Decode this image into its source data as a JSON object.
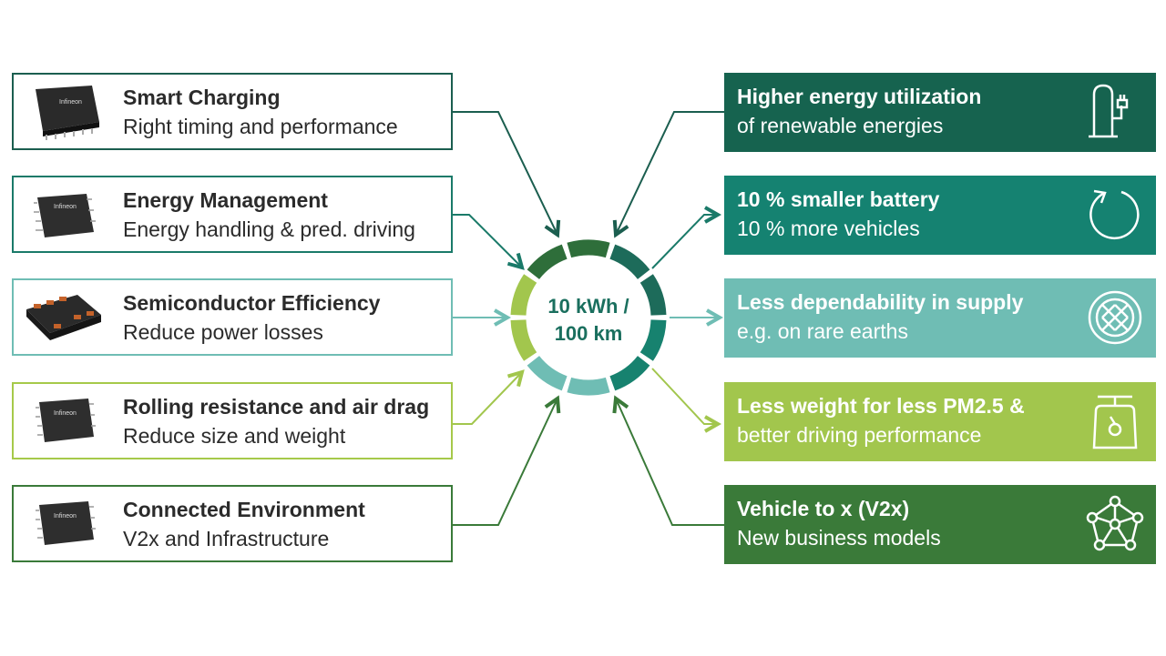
{
  "left_items": [
    {
      "title": "Smart Charging",
      "subtitle": "Right timing and performance",
      "color": "#1b5e4f",
      "chip": "chip-icon"
    },
    {
      "title": "Energy Management",
      "subtitle": "Energy handling & pred. driving",
      "color": "#1a7a69",
      "chip": "chip-icon"
    },
    {
      "title": "Semiconductor Efficiency",
      "subtitle": "Reduce power losses",
      "color": "#6fbdb4",
      "chip": "power-module-icon"
    },
    {
      "title": "Rolling resistance and air drag",
      "subtitle": "Reduce size and weight",
      "color": "#a6c94a",
      "chip": "chip-icon"
    },
    {
      "title": "Connected Environment",
      "subtitle": "V2x and Infrastructure",
      "color": "#3a7a39",
      "chip": "chip-icon"
    }
  ],
  "right_items": [
    {
      "line1": "Higher energy utilization",
      "line2": "of renewable energies",
      "color": "#16634f",
      "icon": "charging-station-icon"
    },
    {
      "line1": "10 % smaller battery",
      "line2": "10 % more vehicles",
      "color": "#158271",
      "icon": "circular-arrow-icon"
    },
    {
      "line1": "Less dependability in supply",
      "line2": "e.g. on rare earths",
      "color": "#6fbdb4",
      "icon": "grid-sphere-icon"
    },
    {
      "line1": "Less weight for less PM2.5 &",
      "line2": "better driving performance",
      "color": "#a2c64d",
      "icon": "scale-icon"
    },
    {
      "line1": "Vehicle to x (V2x)",
      "line2": "New business models",
      "color": "#3a7a39",
      "icon": "network-icon"
    }
  ],
  "center": {
    "line1": "10 kWh /",
    "line2": "100 km"
  },
  "ring_colors": [
    "#1d6b5a",
    "#1d6b5a",
    "#17826f",
    "#17826f",
    "#6fbdb4",
    "#6fbdb4",
    "#a2c64d",
    "#a2c64d",
    "#2e6e3a",
    "#2e6e3a"
  ]
}
